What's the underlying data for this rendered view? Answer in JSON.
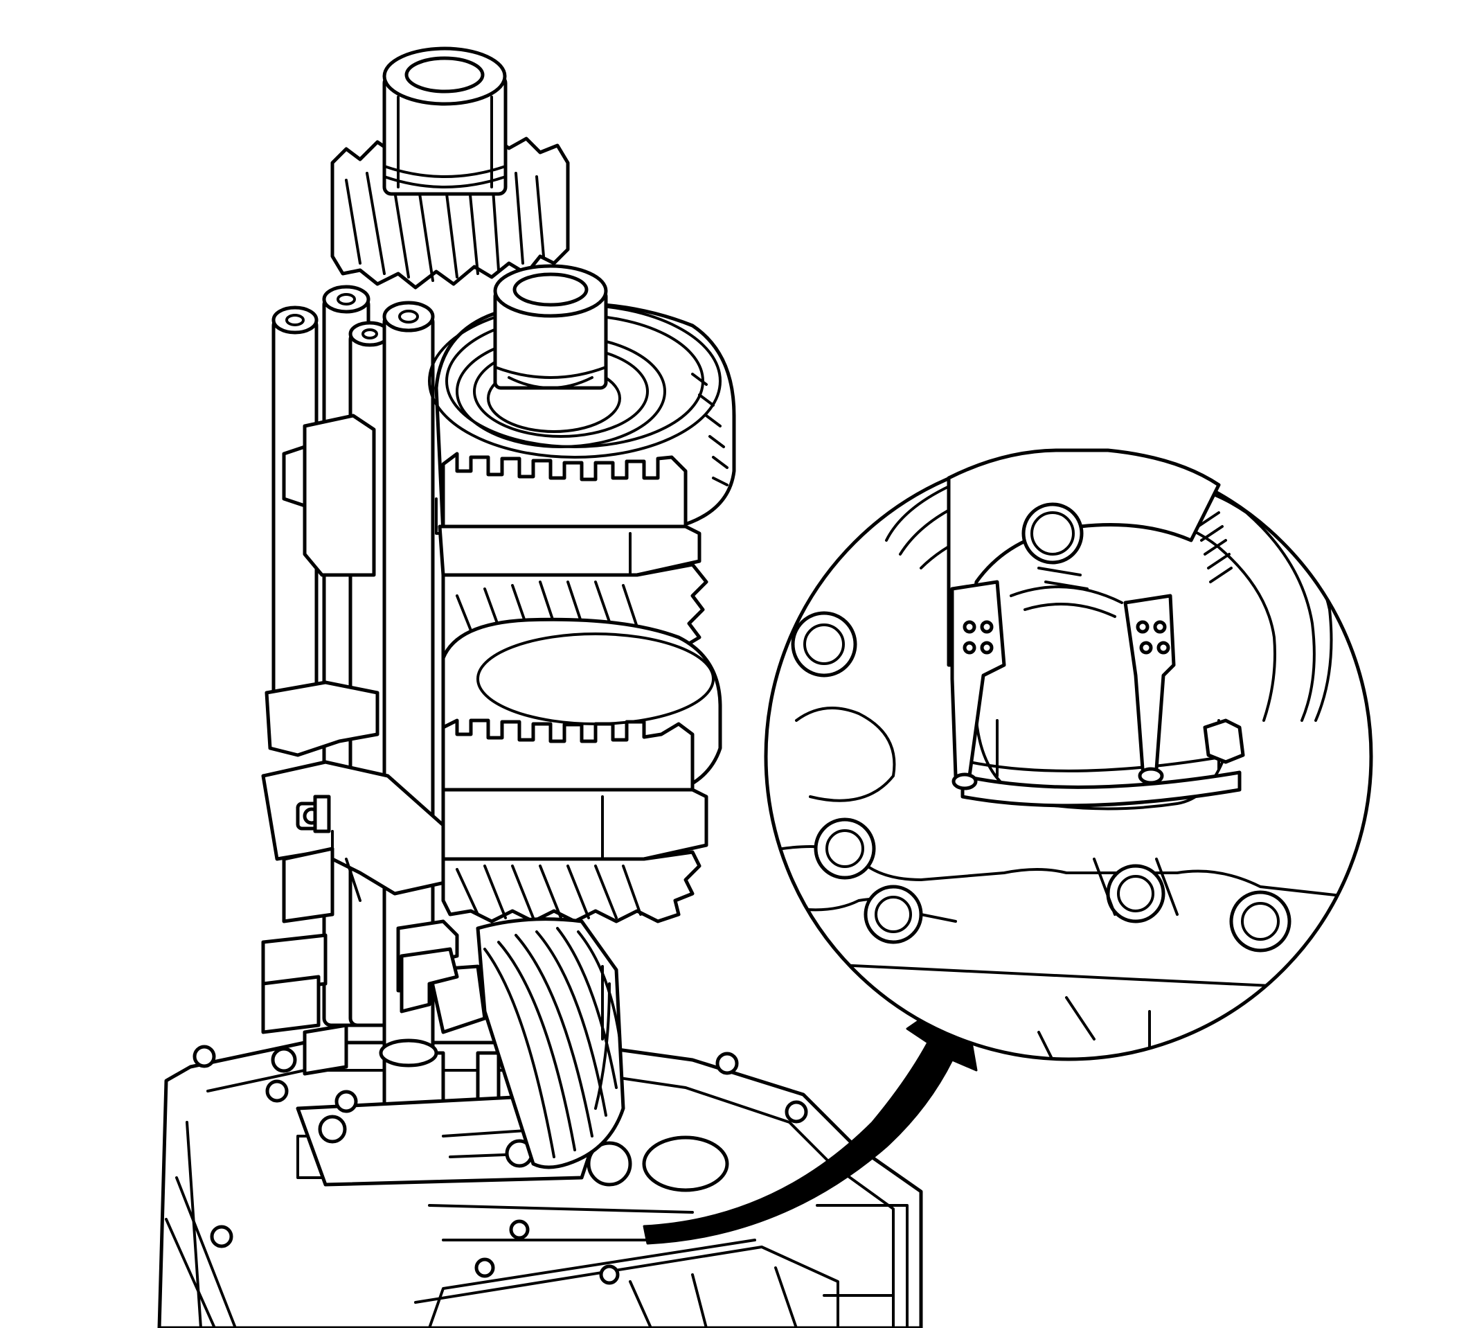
{
  "figure": {
    "background_color": "#ffffff",
    "line_color": "#000000",
    "arrow_color": "#000000",
    "components": [
      "output-shaft-bearing-race",
      "countershaft-gear",
      "mainshaft-bearing-race",
      "synchronizer-gear-stack",
      "shift-rails",
      "shift-forks",
      "countershaft-helical-gear",
      "transmission-case",
      "detail-magnifier",
      "callout-arrow"
    ],
    "detail_view": {
      "subject": "snap-ring-pliers-on-retaining-ring",
      "tool_icon": "snap-ring-pliers-icon"
    }
  }
}
